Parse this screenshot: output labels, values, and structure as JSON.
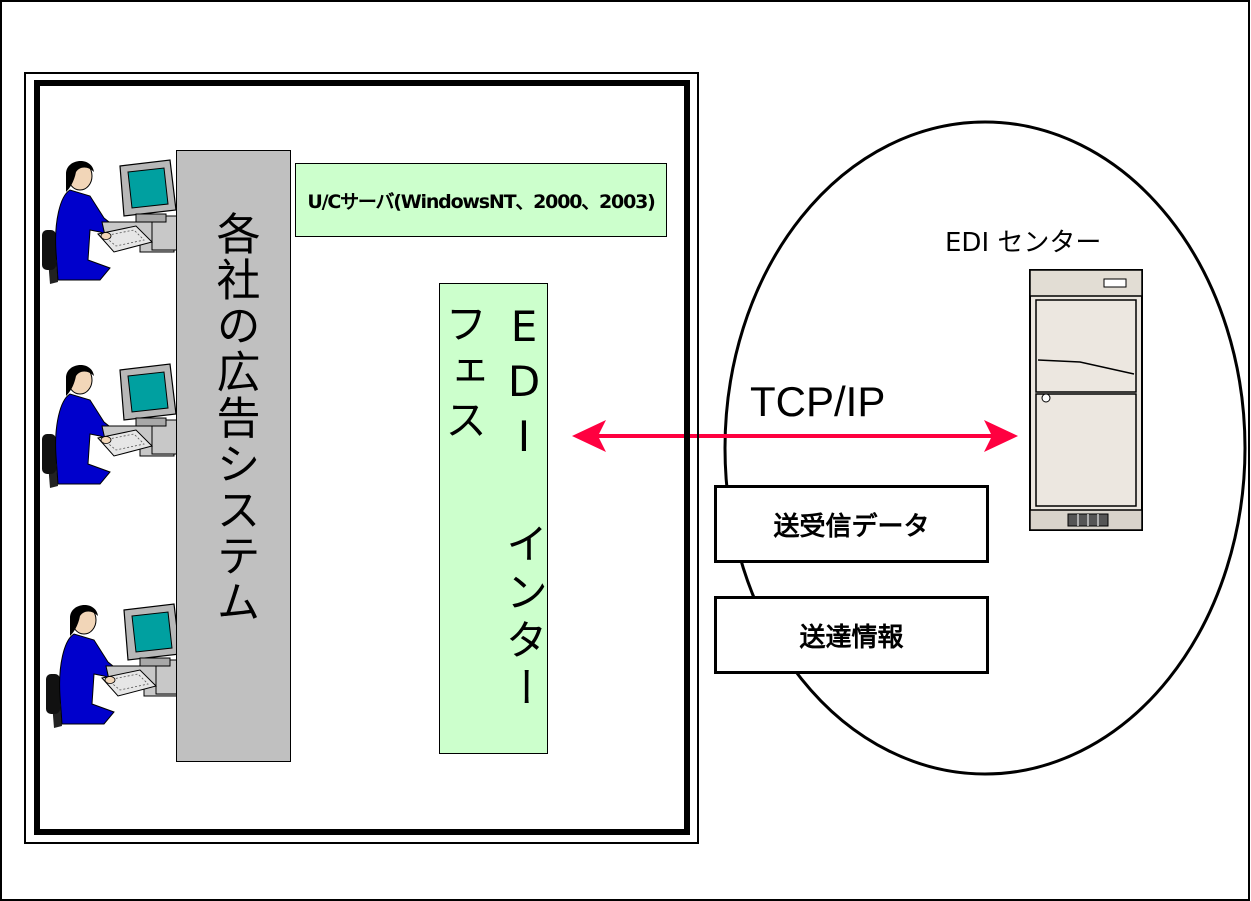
{
  "ad_systems_label": "各社の広告システム",
  "server_label": "U/Cサーバ(WindowsNT、2000、2003)",
  "edi_interface_label": "EDI インターフェス",
  "protocol_label": "TCP/IP",
  "edi_center_label": "EDI センター",
  "data_boxes": {
    "send_receive": "送受信データ",
    "delivery_info": "送達情報"
  },
  "icons": {
    "operator": "person-at-computer-icon",
    "server": "server-tower-icon"
  },
  "colors": {
    "arrow": "#ff0040",
    "green_box": "#ccffcc",
    "gray_bar": "#c0c0c0",
    "operator_suit": "#0000cc",
    "screen": "#00a0a0"
  }
}
